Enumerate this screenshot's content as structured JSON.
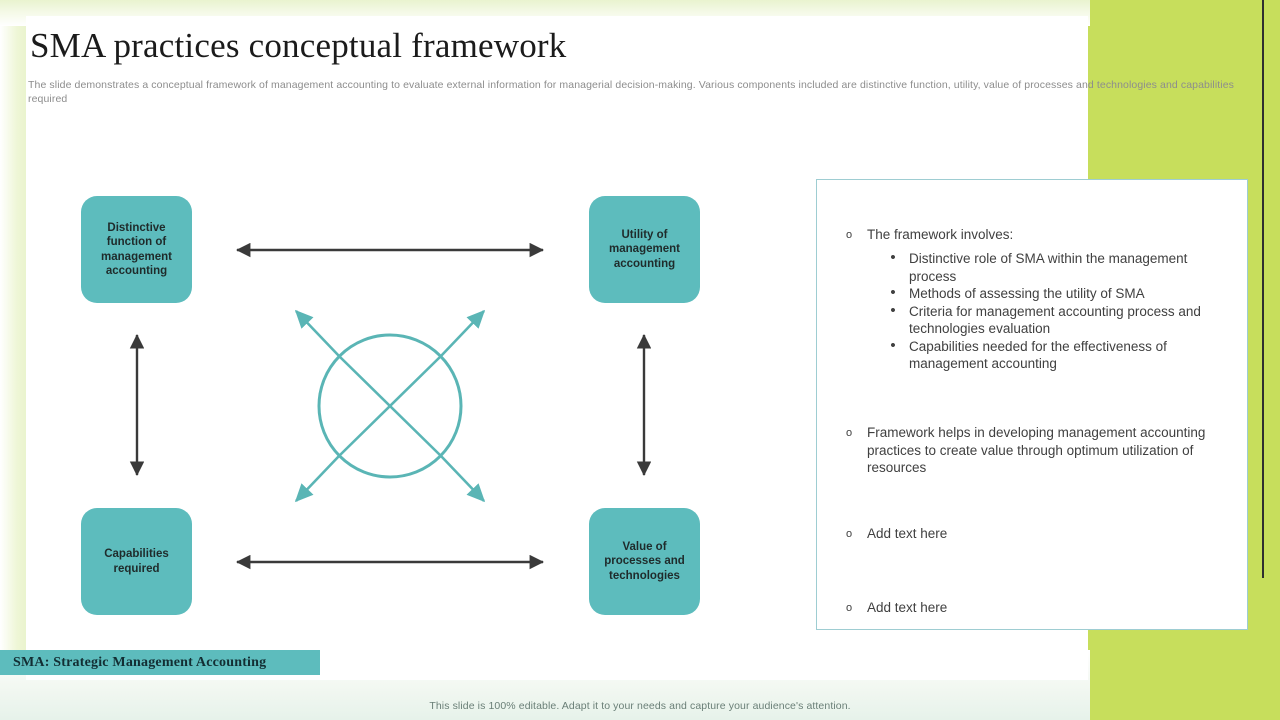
{
  "slide": {
    "title": "SMA practices conceptual framework",
    "subtitle": "The slide demonstrates a conceptual framework of management accounting to evaluate external information for managerial decision-making. Various components included are distinctive function, utility, value of processes and technologies and capabilities required",
    "legend": "SMA: Strategic Management Accounting",
    "editable_note": "This slide is 100% editable. Adapt it to your needs and capture your audience's attention."
  },
  "colors": {
    "node_teal": "#5dbcbd",
    "accent_green": "#c7de5c",
    "arrow_dark": "#3a3a3a",
    "circle_teal": "#5ab5b5",
    "panel_border": "#9ecdd2"
  },
  "diagram": {
    "nodes": [
      {
        "id": "distinctive-function",
        "label": "Distinctive function of management accounting"
      },
      {
        "id": "utility",
        "label": "Utility of management accounting"
      },
      {
        "id": "capabilities",
        "label": "Capabilities required"
      },
      {
        "id": "value-processes",
        "label": "Value of processes and technologies"
      }
    ],
    "center_shape": "circle",
    "connector_count": 4,
    "diagonal_arrow_count": 4
  },
  "panel": {
    "blocks": [
      {
        "text": "The framework involves:",
        "sub": [
          "Distinctive role of SMA within the management process",
          "Methods of assessing the utility of SMA",
          "Criteria for management accounting process and technologies evaluation",
          "Capabilities needed for the effectiveness of management accounting"
        ]
      },
      {
        "text": "Framework helps in developing management accounting practices to create value through optimum utilization of resources",
        "sub": []
      },
      {
        "text": "Add text here",
        "sub": []
      },
      {
        "text": "Add text here",
        "sub": []
      }
    ],
    "marker_level1": "o",
    "marker_level2": "•"
  }
}
